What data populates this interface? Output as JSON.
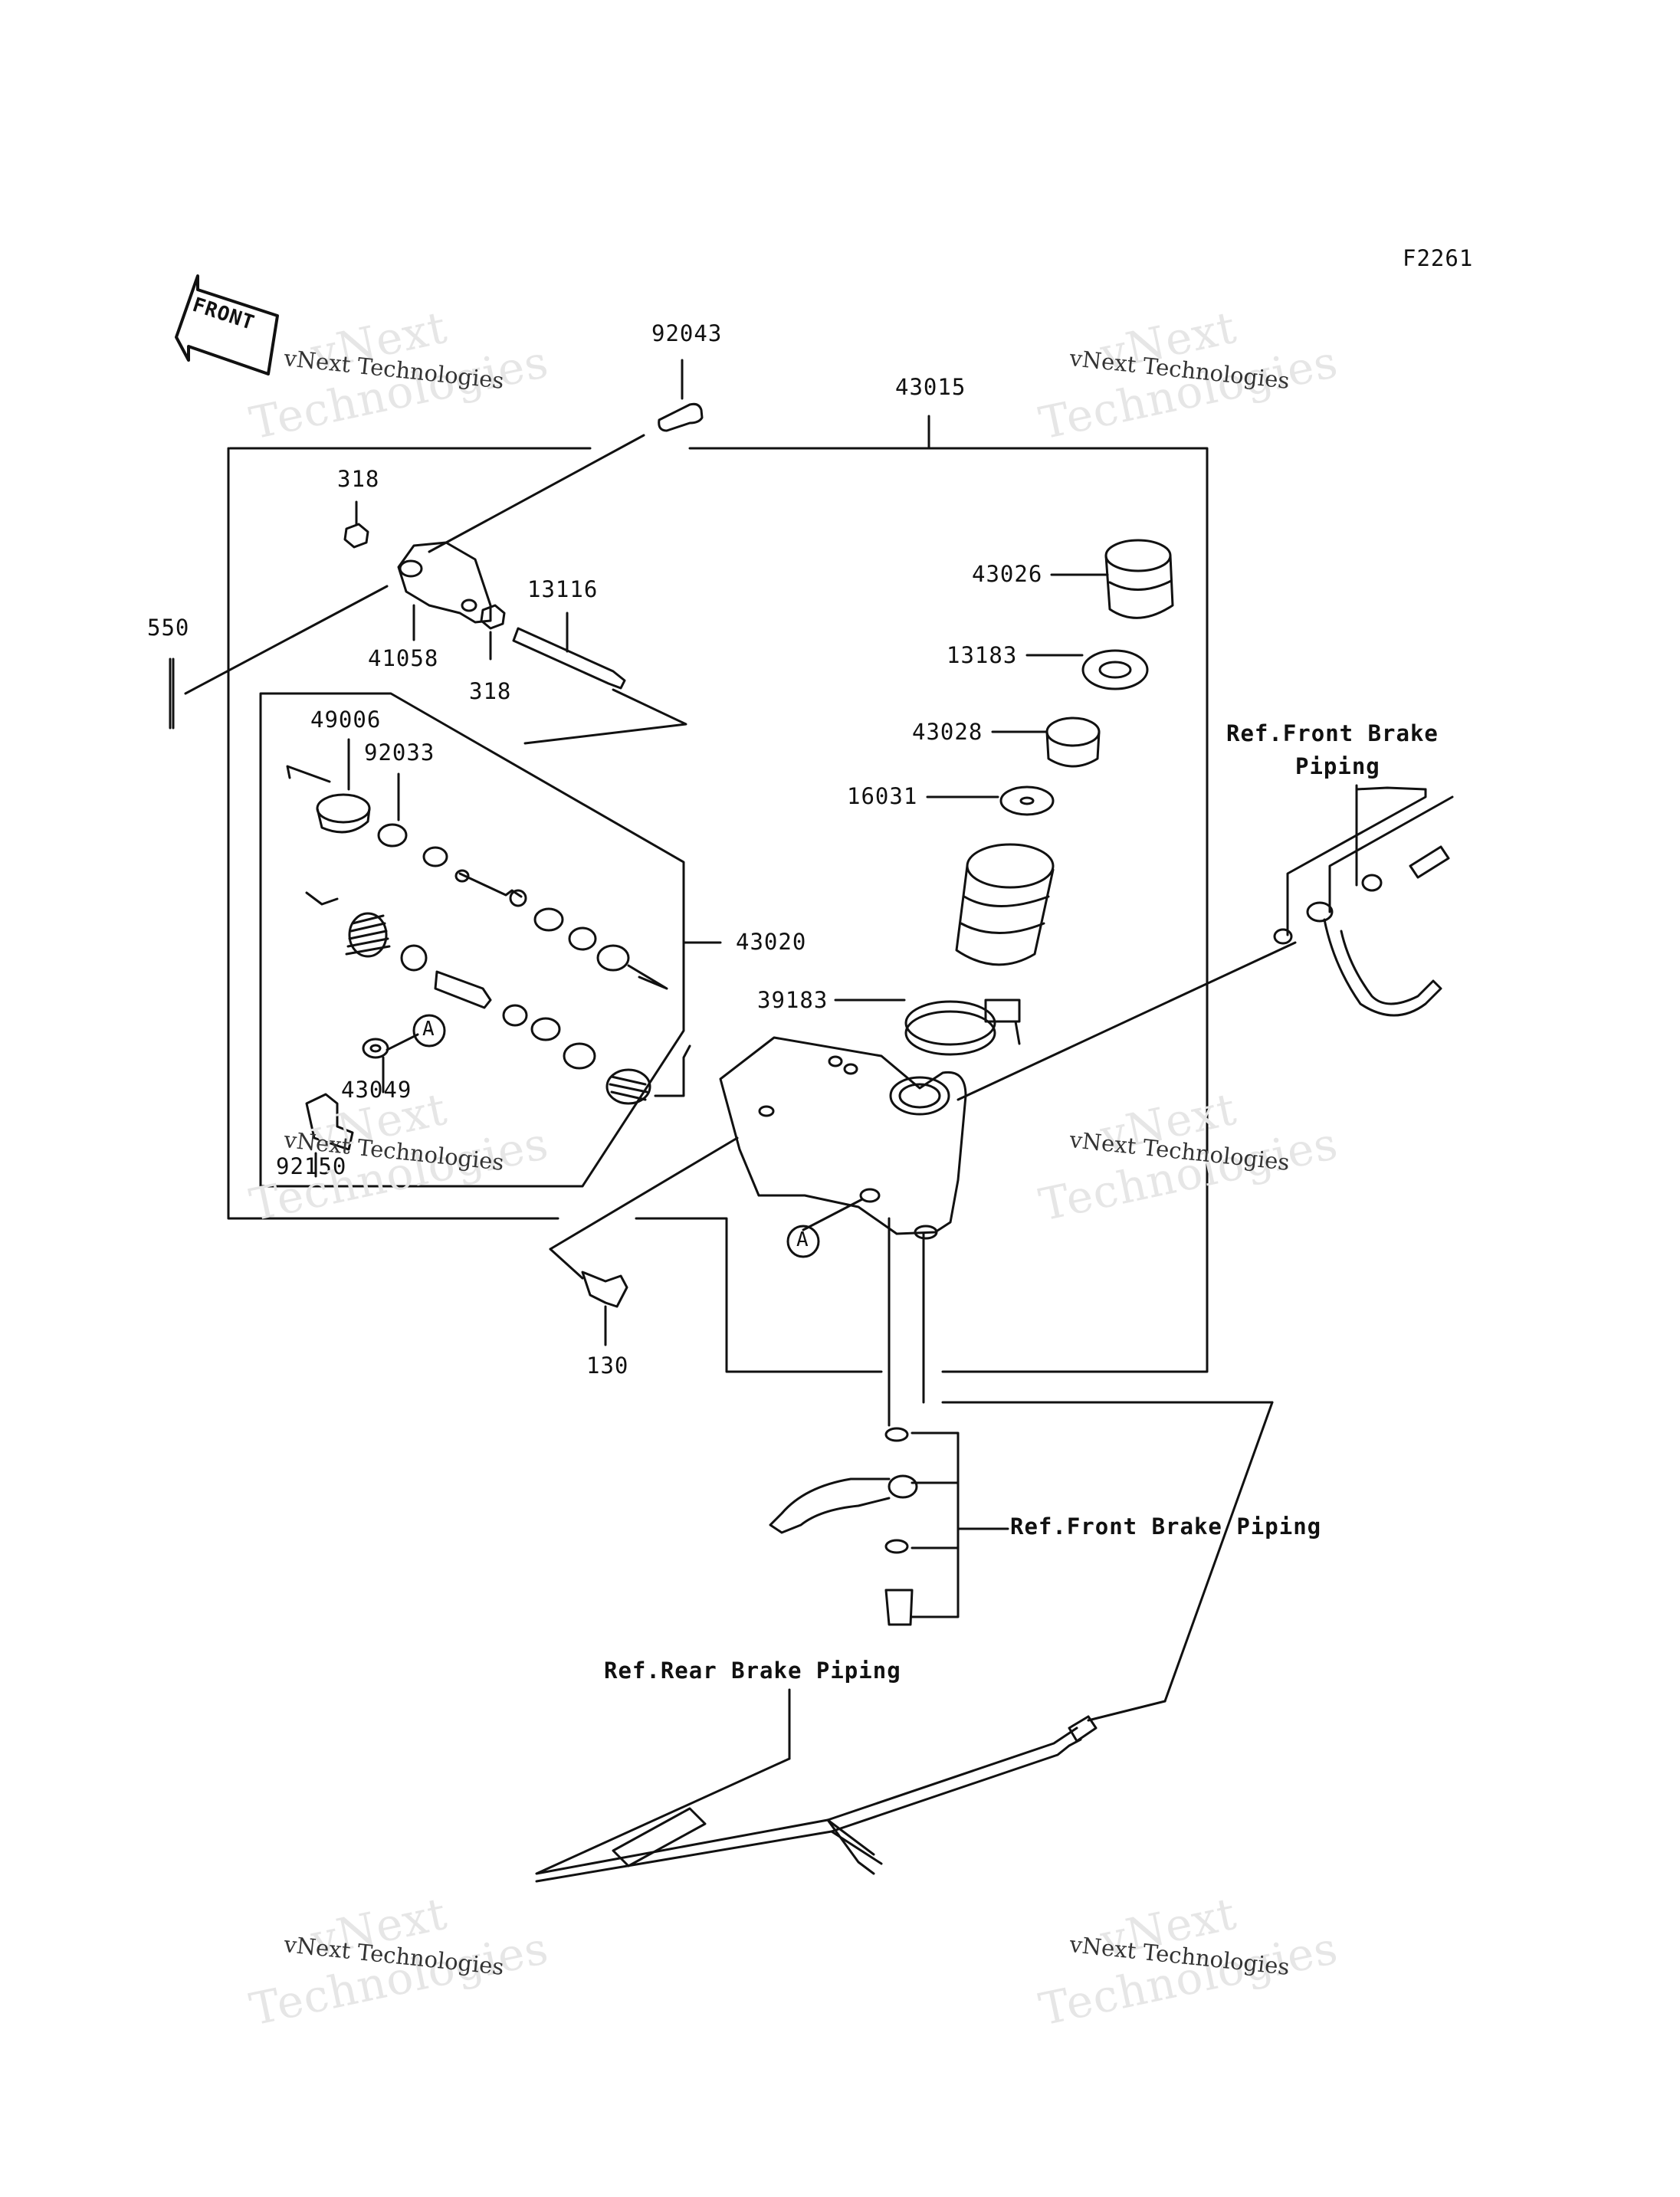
{
  "figure_id": "F2261",
  "front_arrow": {
    "label": "FRONT",
    "icon": "front-arrow-icon"
  },
  "part_numbers": [
    "92043",
    "43015",
    "318",
    "41058",
    "318",
    "13116",
    "550",
    "43026",
    "13183",
    "43028",
    "16031",
    "49006",
    "92033",
    "43020",
    "39183",
    "43049",
    "92150",
    "130"
  ],
  "references": {
    "front_brake_top": "Ref.Front Brake",
    "front_brake_top_line2": "Piping",
    "front_brake_mid": "Ref.Front Brake Piping",
    "rear_brake": "Ref.Rear Brake Piping"
  },
  "callout_marker": "A",
  "watermark": {
    "brand_big": "vNext",
    "brand_big2": "Technologies",
    "brand_small": "vNext Technologies"
  },
  "colors": {
    "line": "#111111",
    "watermark": "#e6e6e6"
  }
}
